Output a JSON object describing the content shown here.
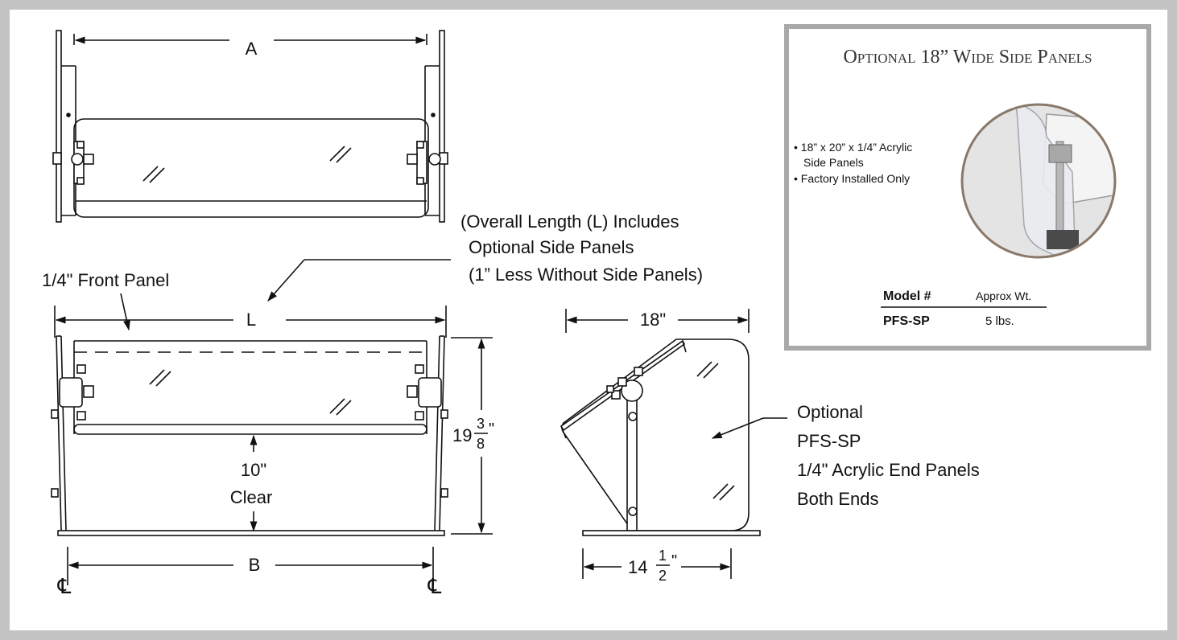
{
  "colors": {
    "frame": "#c4c4c4",
    "ink": "#111111",
    "inset_border": "#a9a9a9",
    "photo_ring": "#8a7868",
    "photo_bg": "#dcdcdc"
  },
  "top_view": {
    "dim_A": "A"
  },
  "front_view": {
    "dim_L": "L",
    "dim_B": "B",
    "front_panel_label": "1/4\" Front Panel",
    "overall_note_lines": [
      "(Overall Length (L) Includes",
      "Optional Side Panels",
      "(1” Less Without Side Panels)"
    ],
    "height_whole": "19",
    "height_num": "3",
    "height_den": "8",
    "height_unit": "\"",
    "clear_value": "10\"",
    "clear_label": "Clear",
    "centerline_left": "℄",
    "centerline_right": "℄"
  },
  "side_view": {
    "dim_depth": "18\"",
    "base_whole": "14",
    "base_num": "1",
    "base_den": "2",
    "base_unit": "\"",
    "callout_lines": [
      "Optional",
      "PFS-SP",
      "1/4\" Acrylic End Panels",
      "Both Ends"
    ]
  },
  "inset": {
    "title": "Optional 18” Wide Side Panels",
    "bullets": [
      "• 18” x 20” x 1/4” Acrylic",
      "Side Panels",
      "• Factory Installed Only"
    ],
    "table": {
      "headers": [
        "Model #",
        "Approx Wt."
      ],
      "rows": [
        [
          "PFS-SP",
          "5 lbs."
        ]
      ]
    }
  }
}
